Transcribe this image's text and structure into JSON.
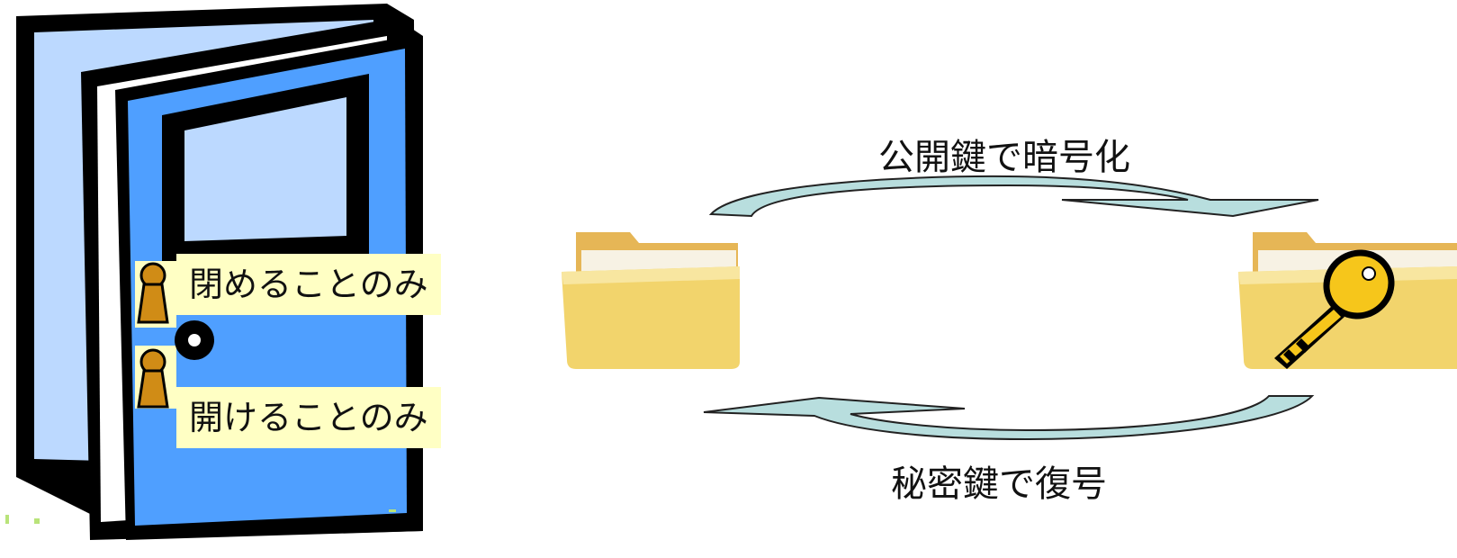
{
  "door": {
    "label_close": "閉めることのみ",
    "label_open": "開けることのみ"
  },
  "flow": {
    "top_caption": "公開鍵で暗号化",
    "bottom_caption": "秘密鍵で復号",
    "left_icon": "folder-icon",
    "right_icon": "encrypted-folder-key-icon"
  },
  "colors": {
    "door_blue": "#4f9fff",
    "door_light": "#bcd9ff",
    "outline": "#000000",
    "keyhole_gold": "#d08c16",
    "label_bg": "#ffffc4",
    "arrow_fill": "#b8dede",
    "folder_yellow": "#f2d46c",
    "key_gold": "#f6c61b"
  }
}
